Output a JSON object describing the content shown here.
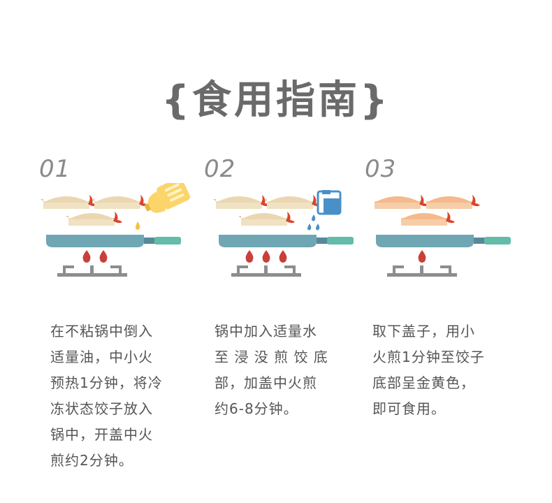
{
  "title": "{食用指南}",
  "colors": {
    "pan": "#6fa6b3",
    "handle": "#62bca8",
    "flame": "#c9403a",
    "stand": "#8d8d8d",
    "dumpling": "#f0e2c2",
    "dumpling_fried": "#f6c49a",
    "oil": "#fbd56a",
    "water": "#4a90c8"
  },
  "steps": [
    {
      "number": "01",
      "icon": "oil-bottle-icon",
      "flames": 2,
      "lines": [
        "在不粘锅中倒入",
        "适量油，中小火",
        "预热1分钟，将冷",
        "冻状态饺子放入",
        "锅中，开盖中火",
        "煎约2分钟。"
      ]
    },
    {
      "number": "02",
      "icon": "water-jug-icon",
      "flames": 3,
      "lines": [
        "锅中加入适量水",
        "至 浸 没 煎 饺 底",
        "部，加盖中火煎",
        "约6-8分钟。"
      ]
    },
    {
      "number": "03",
      "icon": "none",
      "flames": 1,
      "lines": [
        "取下盖子，用小",
        "火煎1分钟至饺子",
        "底部呈金黄色，",
        "即可食用。"
      ]
    }
  ]
}
